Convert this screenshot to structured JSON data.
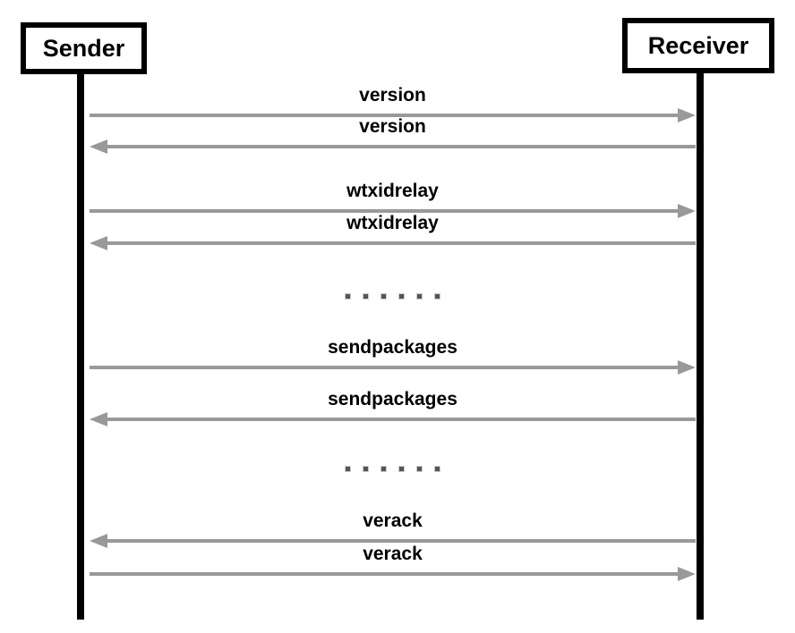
{
  "diagram": {
    "type": "sequence-diagram",
    "actors": [
      {
        "name": "Sender"
      },
      {
        "name": "Receiver"
      }
    ],
    "messages": [
      {
        "label": "version",
        "from": "Sender",
        "to": "Receiver",
        "direction": "right"
      },
      {
        "label": "version",
        "from": "Receiver",
        "to": "Sender",
        "direction": "left"
      },
      {
        "label": "wtxidrelay",
        "from": "Sender",
        "to": "Receiver",
        "direction": "right"
      },
      {
        "label": "wtxidrelay",
        "from": "Receiver",
        "to": "Sender",
        "direction": "left"
      },
      {
        "type": "ellipsis",
        "dots": 6
      },
      {
        "label": "sendpackages",
        "from": "Sender",
        "to": "Receiver",
        "direction": "right"
      },
      {
        "label": "sendpackages",
        "from": "Receiver",
        "to": "Sender",
        "direction": "left"
      },
      {
        "type": "ellipsis",
        "dots": 6
      },
      {
        "label": "verack",
        "from": "Receiver",
        "to": "Sender",
        "direction": "left"
      },
      {
        "label": "verack",
        "from": "Sender",
        "to": "Receiver",
        "direction": "right"
      }
    ],
    "colors": {
      "arrow": "#999999",
      "lifeline": "#000000",
      "actor_border": "#000000",
      "text": "#000000",
      "ellipsis_dot": "#555555",
      "background": "#ffffff"
    }
  }
}
